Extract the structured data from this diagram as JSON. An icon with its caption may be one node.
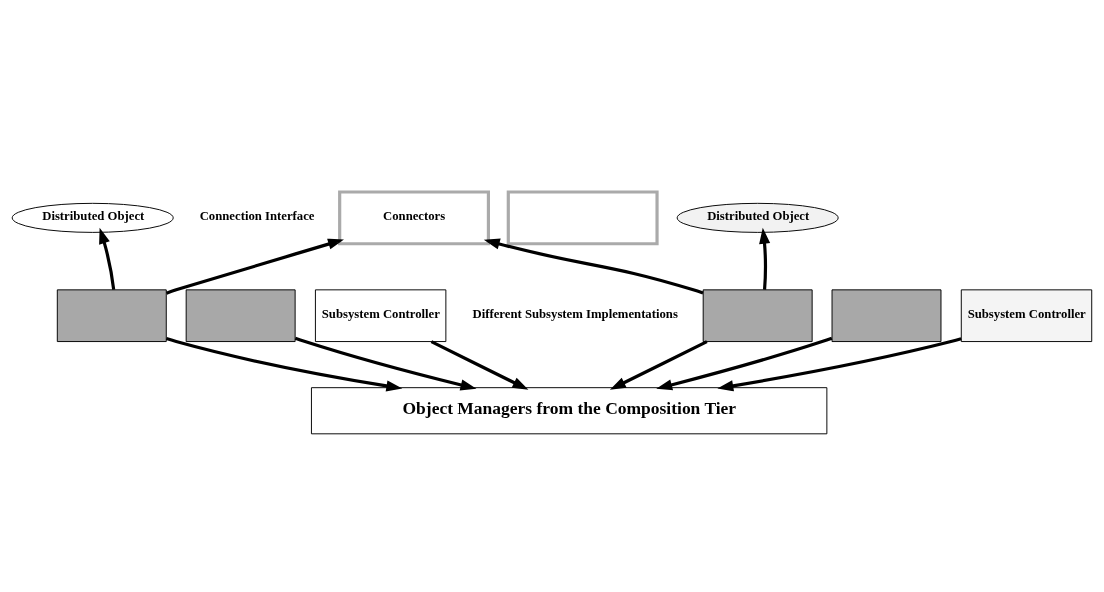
{
  "diagram": {
    "nodes": [
      {
        "text": [
          "Distributed Object"
        ]
      },
      {
        "text": [
          "Connectors"
        ]
      },
      {
        "text": [],
        "shape": "box"
      },
      {
        "text": [
          "Distributed Object"
        ]
      },
      {
        "text": [],
        "shape": "box"
      },
      {
        "text": [],
        "shape": "box"
      },
      {
        "text": [
          "Subsystem Controller"
        ]
      },
      {
        "text": [],
        "shape": "box"
      },
      {
        "text": [],
        "shape": "box"
      },
      {
        "text": [
          "Subsystem Controller"
        ]
      },
      {
        "text": [
          "Object Managers from the Composition Tier"
        ]
      }
    ],
    "edges": [
      {
        "from": 4,
        "to": 0,
        "arrow": "to"
      },
      {
        "from": 4,
        "to": 1,
        "arrow": "to"
      },
      {
        "from": 7,
        "to": 3,
        "arrow": "to"
      },
      {
        "from": 7,
        "to": 1,
        "arrow": "to"
      },
      {
        "from": 4,
        "to": 10,
        "arrow": "to"
      },
      {
        "from": 5,
        "to": 10,
        "arrow": "to"
      },
      {
        "from": 6,
        "to": 10,
        "arrow": "to"
      },
      {
        "from": 7,
        "to": 10,
        "arrow": "to"
      },
      {
        "from": 8,
        "to": 10,
        "arrow": "to"
      },
      {
        "from": 9,
        "to": 10,
        "arrow": "to"
      }
    ],
    "labels": [
      "Connection Interface",
      "Different Subsystem Implementations"
    ]
  }
}
